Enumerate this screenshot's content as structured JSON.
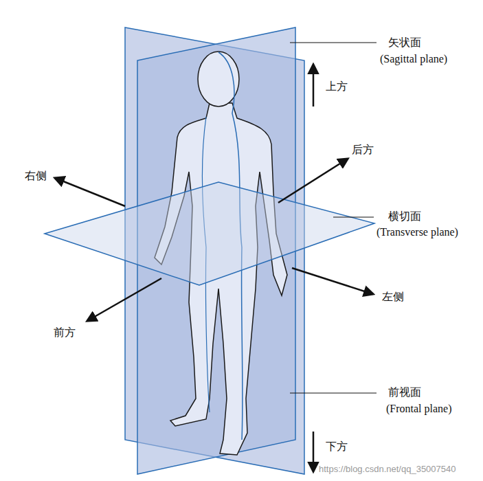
{
  "diagram": {
    "labels": [
      "矢状面",
      "(Sagittal plane)",
      "上方",
      "后方",
      "右侧",
      "横切面",
      "(Transverse plane)",
      "左侧",
      "前方",
      "前视面",
      "(Frontal plane)",
      "下方",
      "https://blog.csdn.net/qq_35007540"
    ]
  }
}
